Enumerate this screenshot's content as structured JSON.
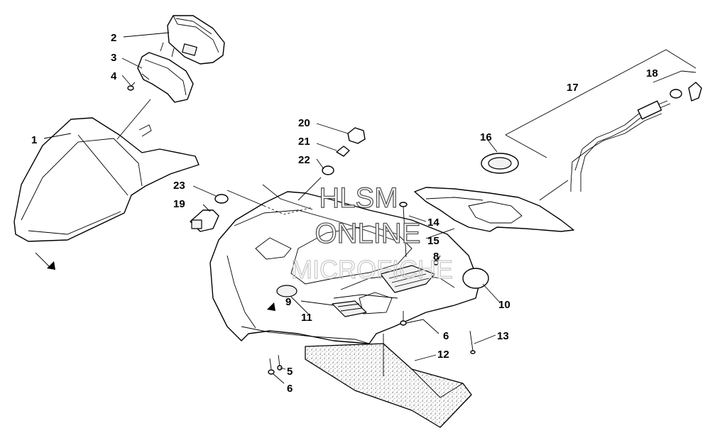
{
  "diagram": {
    "callouts": [
      {
        "id": "c1",
        "label": "1"
      },
      {
        "id": "c2",
        "label": "2"
      },
      {
        "id": "c3",
        "label": "3"
      },
      {
        "id": "c4",
        "label": "4"
      },
      {
        "id": "c5",
        "label": "5"
      },
      {
        "id": "c6a",
        "label": "6"
      },
      {
        "id": "c6b",
        "label": "6"
      },
      {
        "id": "c8",
        "label": "8"
      },
      {
        "id": "c9",
        "label": "9"
      },
      {
        "id": "c10",
        "label": "10"
      },
      {
        "id": "c11",
        "label": "11"
      },
      {
        "id": "c12",
        "label": "12"
      },
      {
        "id": "c13",
        "label": "13"
      },
      {
        "id": "c14",
        "label": "14"
      },
      {
        "id": "c15",
        "label": "15"
      },
      {
        "id": "c16",
        "label": "16"
      },
      {
        "id": "c17",
        "label": "17"
      },
      {
        "id": "c18",
        "label": "18"
      },
      {
        "id": "c19",
        "label": "19"
      },
      {
        "id": "c20",
        "label": "20"
      },
      {
        "id": "c21",
        "label": "21"
      },
      {
        "id": "c22",
        "label": "22"
      },
      {
        "id": "c23",
        "label": "23"
      }
    ]
  },
  "watermark": {
    "line1": "HLSM",
    "line2": "ONLINE",
    "line3": "MICROFICHE"
  }
}
